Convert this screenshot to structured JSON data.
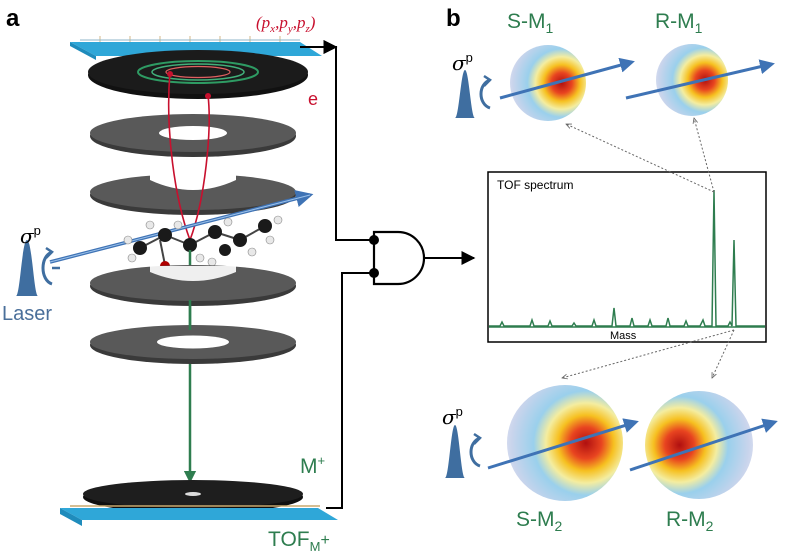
{
  "panels": {
    "a": "a",
    "b": "b"
  },
  "labels": {
    "momentum_open": "(",
    "momentum_px": "p",
    "momentum_x": "x",
    "momentum_comma1": ",",
    "momentum_py": "p",
    "momentum_y": "y",
    "momentum_comma2": ",",
    "momentum_pz": "p",
    "momentum_z": "z",
    "momentum_close": ")",
    "electron": "e",
    "sigma": "σ",
    "sigma_sup": "p",
    "laser": "Laser",
    "ion": "M",
    "ion_sup": "+",
    "tof_main": "TOF",
    "tof_sub": "M",
    "tof_sup": "+"
  },
  "spectrum": {
    "title": "TOF spectrum",
    "xlabel": "Mass"
  },
  "molecules": {
    "s_m1": {
      "name": "S-M",
      "sub": "1"
    },
    "r_m1": {
      "name": "R-M",
      "sub": "1"
    },
    "s_m2": {
      "name": "S-M",
      "sub": "2"
    },
    "r_m2": {
      "name": "R-M",
      "sub": "2"
    }
  },
  "colors": {
    "green": "#2e7d4f",
    "red": "#c8102e",
    "beam": "#3f73b5",
    "laser": "#4a6f9a",
    "detector": "#2fa7d8",
    "plate": "#4a4a4a"
  }
}
